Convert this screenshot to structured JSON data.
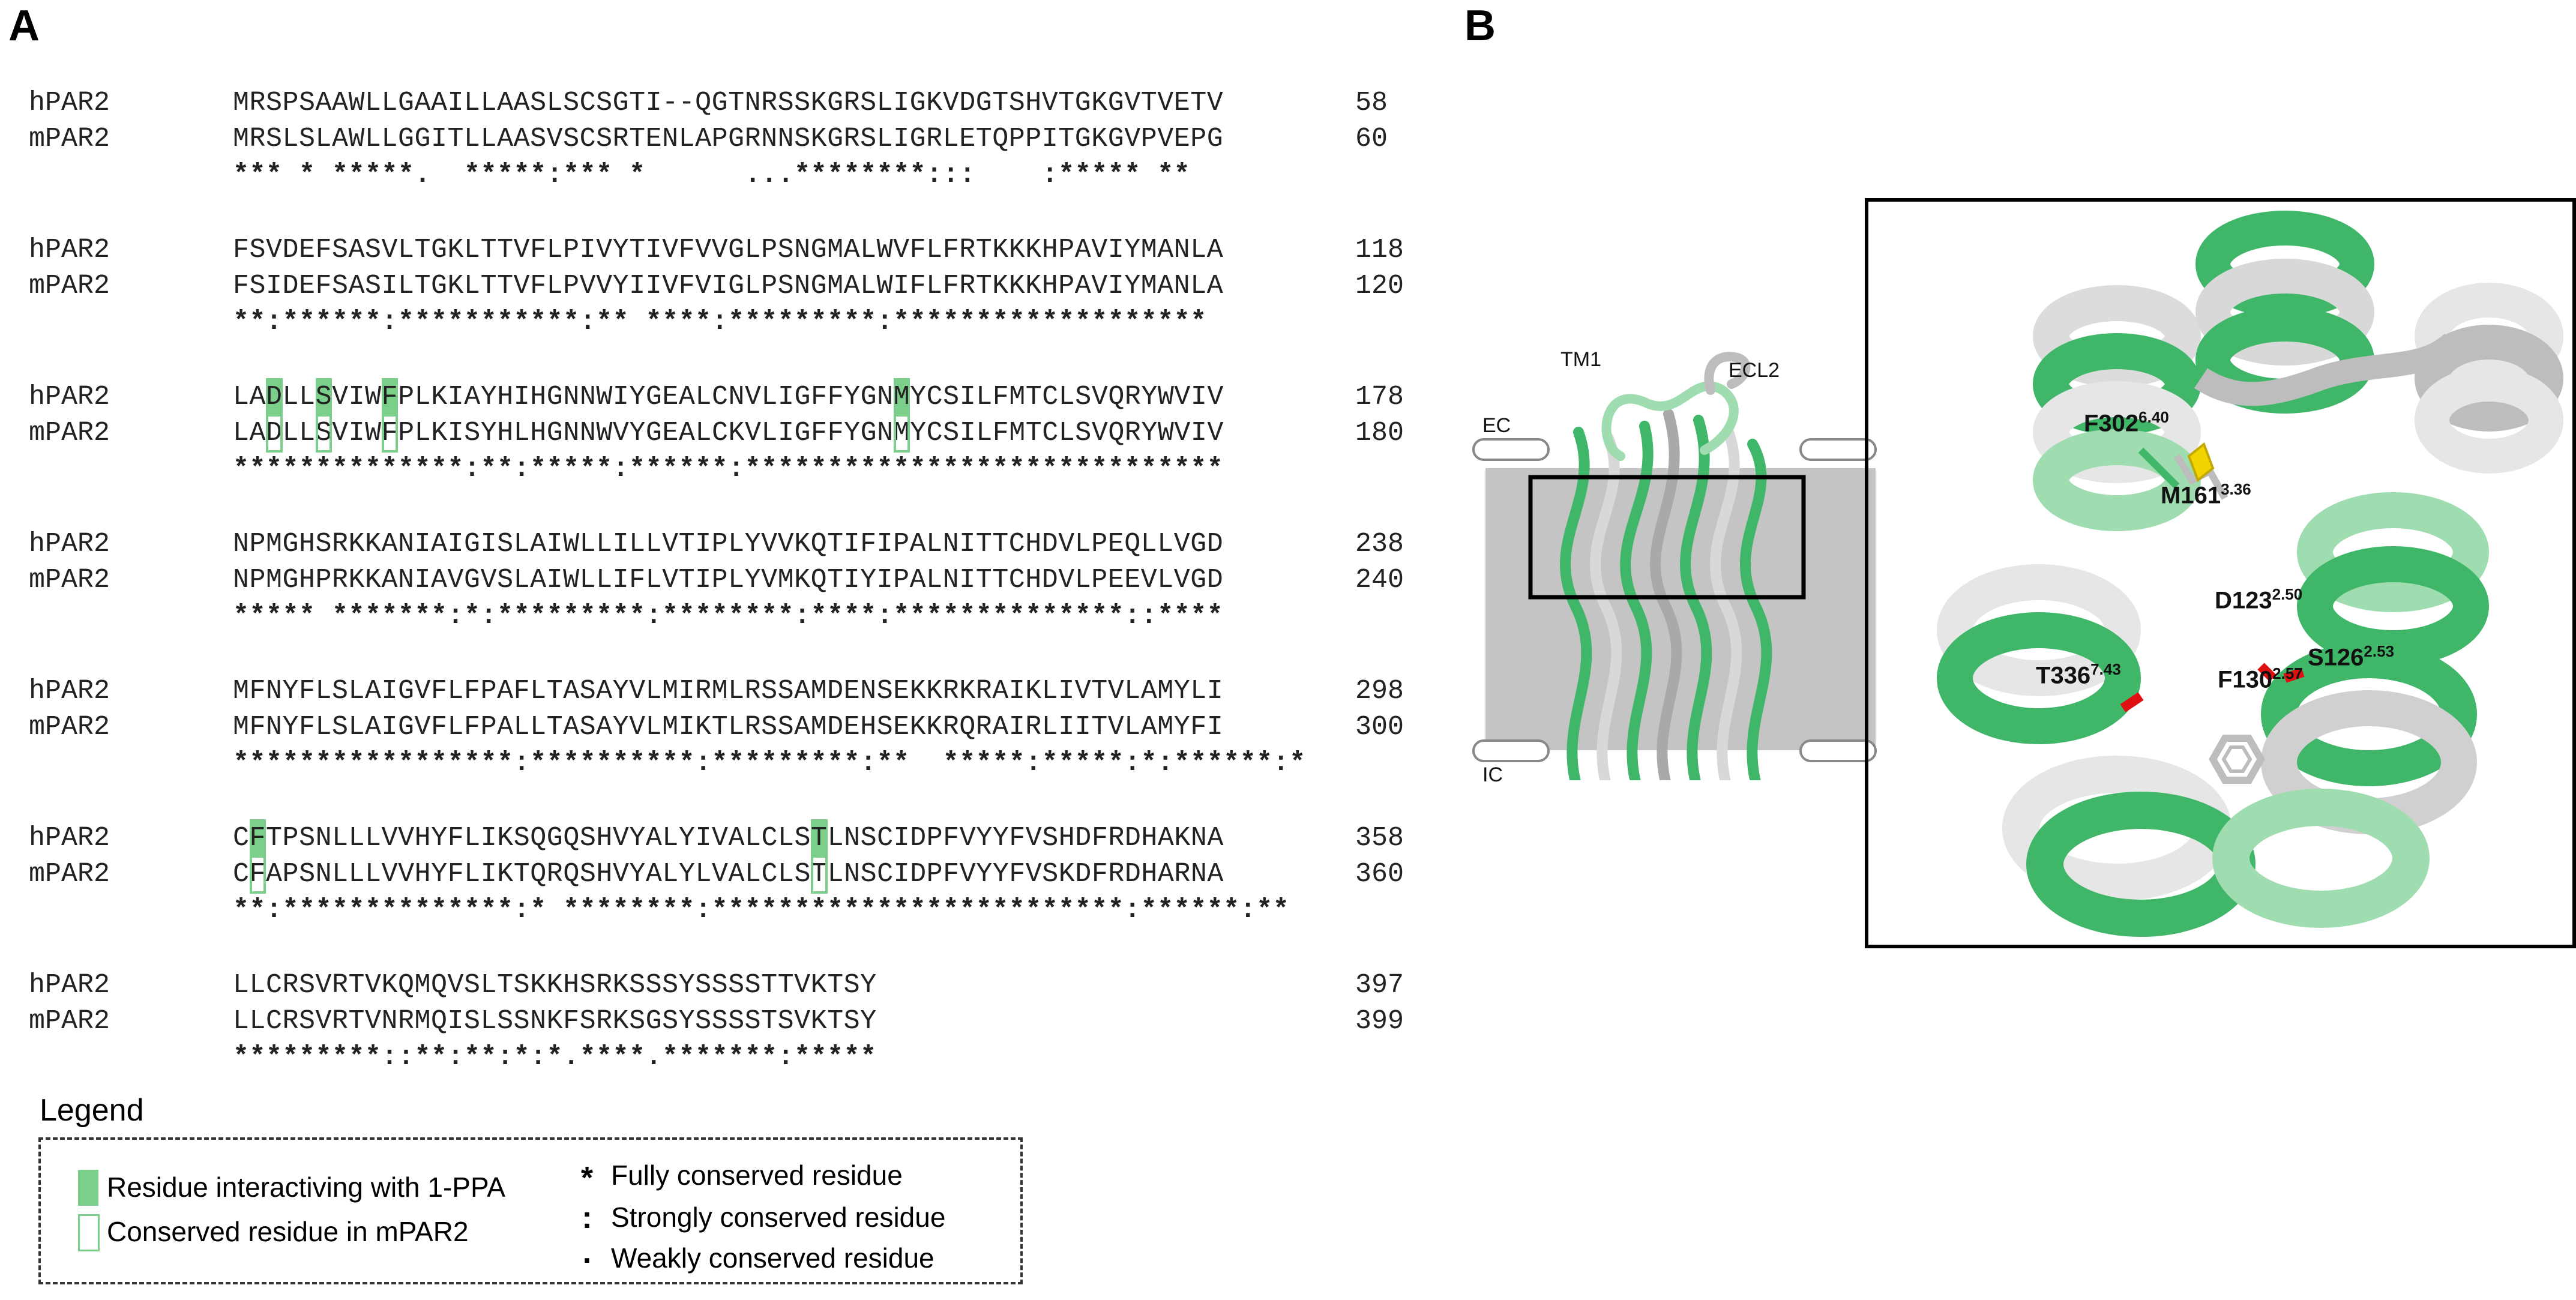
{
  "panels": {
    "a": "A",
    "b": "B"
  },
  "alignment": {
    "names": [
      "hPAR2",
      "mPAR2"
    ],
    "blocks": [
      {
        "h": "MRSPSAAWLLGAAILLAASLSCSGTI--QGTNRSSKGRSLIGKVDGTSHVTGKGVTVETV",
        "h_end": "58",
        "m": "MRSLSLAWLLGGITLLAASVSCSRTENLAPGRNNSKGRSLIGRLETQPPITGKGVPVEPG",
        "m_end": "60",
        "cons": "*** * *****.  *****:*** *      ...********:::    :***** **",
        "hl": []
      },
      {
        "h": "FSVDEFSASVLTGKLTTVFLPIVYTIVFVVGLPSNGMALWVFLFRTKKKHPAVIYMANLA",
        "h_end": "118",
        "m": "FSIDEFSASILTGKLTTVFLPVVYIIVFVIGLPSNGMALWIFLFRTKKKHPAVIYMANLA",
        "m_end": "120",
        "cons": "**:******:***********:** ****:*********:*******************",
        "hl": []
      },
      {
        "h": "LADLLSVIWFPLKIAYHIHGNNWIYGEALCNVLIGFFYGNMYCSILFMTCLSVQRYWVIV",
        "h_end": "178",
        "m": "LADLLSVIWFPLKISYHLHGNNWVYGEALCKVLIGFFYGNMYCSILFMTCLSVQRYWVIV",
        "m_end": "180",
        "cons": "**************:**:*****:******:*****************************",
        "hl": [
          2,
          5,
          9,
          40
        ]
      },
      {
        "h": "NPMGHSRKKANIAIGISLAIWLLILLVTIPLYVVKQTIFIPALNITTCHDVLPEQLLVGD",
        "h_end": "238",
        "m": "NPMGHPRKKANIAVGVSLAIWLLIFLVTIPLYVMKQTIYIPALNITTCHDVLPEEVLVGD",
        "m_end": "240",
        "cons": "***** *******:*:*********:********:****:**************::****",
        "hl": []
      },
      {
        "h": "MFNYFLSLAIGVFLFPAFLTASAYVLMIRMLRSSAMDENSEKKRKRAIKLIVTVLAMYLI",
        "h_end": "298",
        "m": "MFNYFLSLAIGVFLFPALLTASAYVLMIKTLRSSAMDEHSEKKRQRAIRLIITVLAMYFI",
        "m_end": "300",
        "cons": "*****************:**********:*********:**  *****:*****:*:******:*",
        "hl": []
      },
      {
        "h": "CFTPSNLLLVVHYFLIKSQGQSHVYALYIVALCLSTLNSCIDPFVYYFVSHDFRDHAKNA",
        "h_end": "358",
        "m": "CFAPSNLLLVVHYFLIKTQRQSHVYALYLVALCLSTLNSCIDPFVYYFVSKDFRDHARNA",
        "m_end": "360",
        "cons": "**:**************:* ********:*************************:******:**",
        "hl": [
          1,
          35
        ]
      },
      {
        "h": "LLCRSVRTVKQMQVSLTSKKHSRKSSSYSSSSTTVKTSY",
        "h_end": "397",
        "m": "LLCRSVRTVNRMQISLSSNKFSRKSGSYSSSSTSVKTSY",
        "m_end": "399",
        "cons": "*********::**:**:*:*.****.*******:*****",
        "hl": []
      }
    ]
  },
  "legend": {
    "title": "Legend",
    "items": [
      "Residue interactiving with 1-PPA",
      "Conserved residue in mPAR2"
    ],
    "symbols": [
      {
        "symbol": "*",
        "label": "Fully conserved residue"
      },
      {
        "symbol": ":",
        "label": "Strongly conserved residue"
      },
      {
        "symbol": ".",
        "label": "Weakly conserved residue"
      }
    ],
    "colors": {
      "interacting_fill": "#7ccf8a",
      "conserved_outline": "#7ccf8a"
    }
  },
  "structure": {
    "labels": {
      "tm1": "TM1",
      "ecl2": "ECL2",
      "ec": "EC",
      "ic": "IC"
    },
    "colors": {
      "helix_green": "#3fb668",
      "helix_light": "#9fdcb0",
      "helix_gray": "#b7b7b7",
      "membrane": "#c4c4c4",
      "ligand": "#f2d500",
      "oxygen": "#e01010"
    }
  },
  "residues": [
    {
      "name": "F302",
      "sup": "6.40"
    },
    {
      "name": "M161",
      "sup": "3.36"
    },
    {
      "name": "D123",
      "sup": "2.50"
    },
    {
      "name": "S126",
      "sup": "2.53"
    },
    {
      "name": "F130",
      "sup": "2.57"
    },
    {
      "name": "T336",
      "sup": "7.43"
    }
  ]
}
